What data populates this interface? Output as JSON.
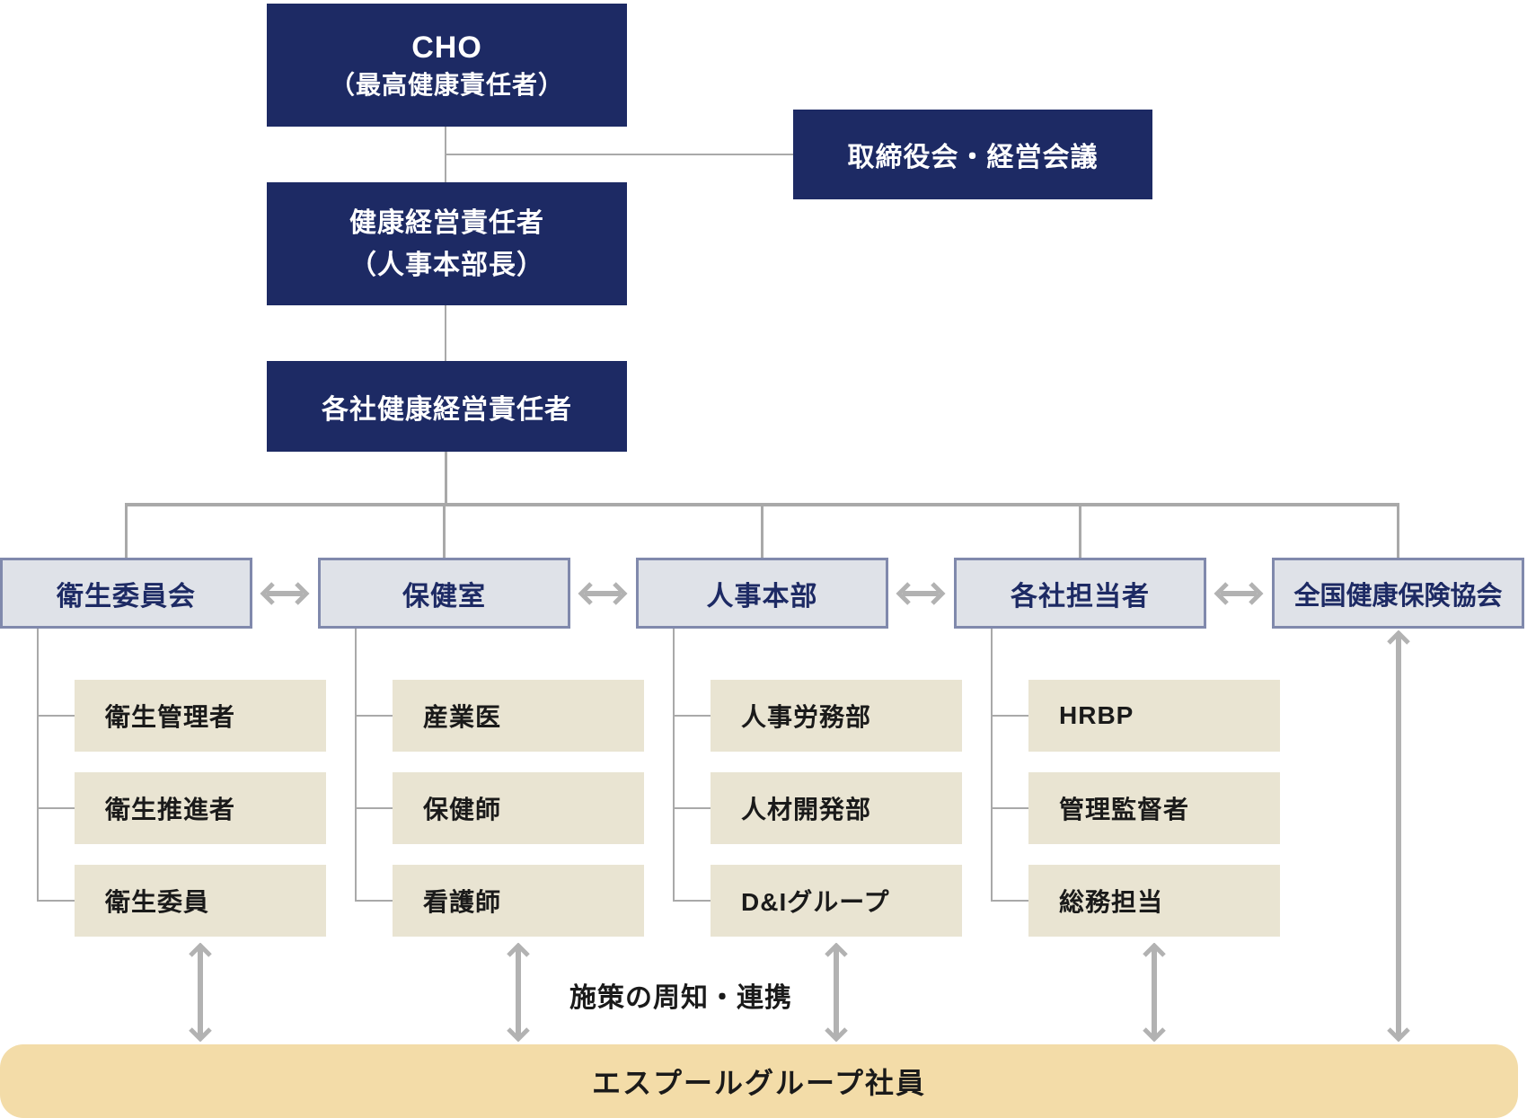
{
  "colors": {
    "navy": "#1d2a64",
    "box-fill": "#dfe2e8",
    "box-border": "#8089ac",
    "beige": "#e9e4d2",
    "tan": "#f3dca8",
    "line": "#a9a9a9",
    "arrow": "#b2b2b2",
    "text-dark": "#1a1a1a"
  },
  "org": {
    "top_box": {
      "title": "CHO",
      "subtitle": "（最高健康責任者）"
    },
    "board_box": {
      "label": "取締役会・経営会議"
    },
    "manager_box": {
      "line1": "健康経営責任者",
      "line2": "（人事本部長）"
    },
    "company_manager_box": {
      "label": "各社健康経営責任者"
    },
    "columns": [
      {
        "head": "衛生委員会",
        "children": [
          "衛生管理者",
          "衛生推進者",
          "衛生委員"
        ]
      },
      {
        "head": "保健室",
        "children": [
          "産業医",
          "保健師",
          "看護師"
        ]
      },
      {
        "head": "人事本部",
        "children": [
          "人事労務部",
          "人材開発部",
          "D&Iグループ"
        ]
      },
      {
        "head": "各社担当者",
        "children": [
          "HRBP",
          "管理監督者",
          "総務担当"
        ]
      },
      {
        "head": "全国健康保険協会",
        "children": []
      }
    ],
    "bottom_note": "施策の周知・連携",
    "bottom_bar": "エスプールグループ社員"
  }
}
